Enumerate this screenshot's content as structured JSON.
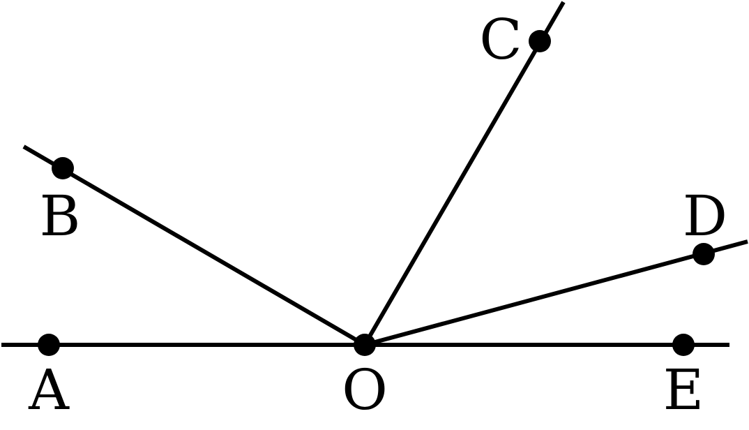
{
  "diagram": {
    "points": {
      "A": {
        "label": "A"
      },
      "B": {
        "label": "B"
      },
      "C": {
        "label": "C"
      },
      "D": {
        "label": "D"
      },
      "E": {
        "label": "E"
      },
      "O": {
        "label": "O"
      }
    },
    "segments": [
      {
        "from": "A",
        "to": "E",
        "kind": "straight-line"
      },
      {
        "from": "O",
        "to": "B",
        "kind": "ray"
      },
      {
        "from": "O",
        "to": "C",
        "kind": "ray"
      },
      {
        "from": "O",
        "to": "D",
        "kind": "ray"
      }
    ],
    "colors": {
      "stroke": "#000000",
      "point": "#000000",
      "background": "#ffffff"
    }
  }
}
